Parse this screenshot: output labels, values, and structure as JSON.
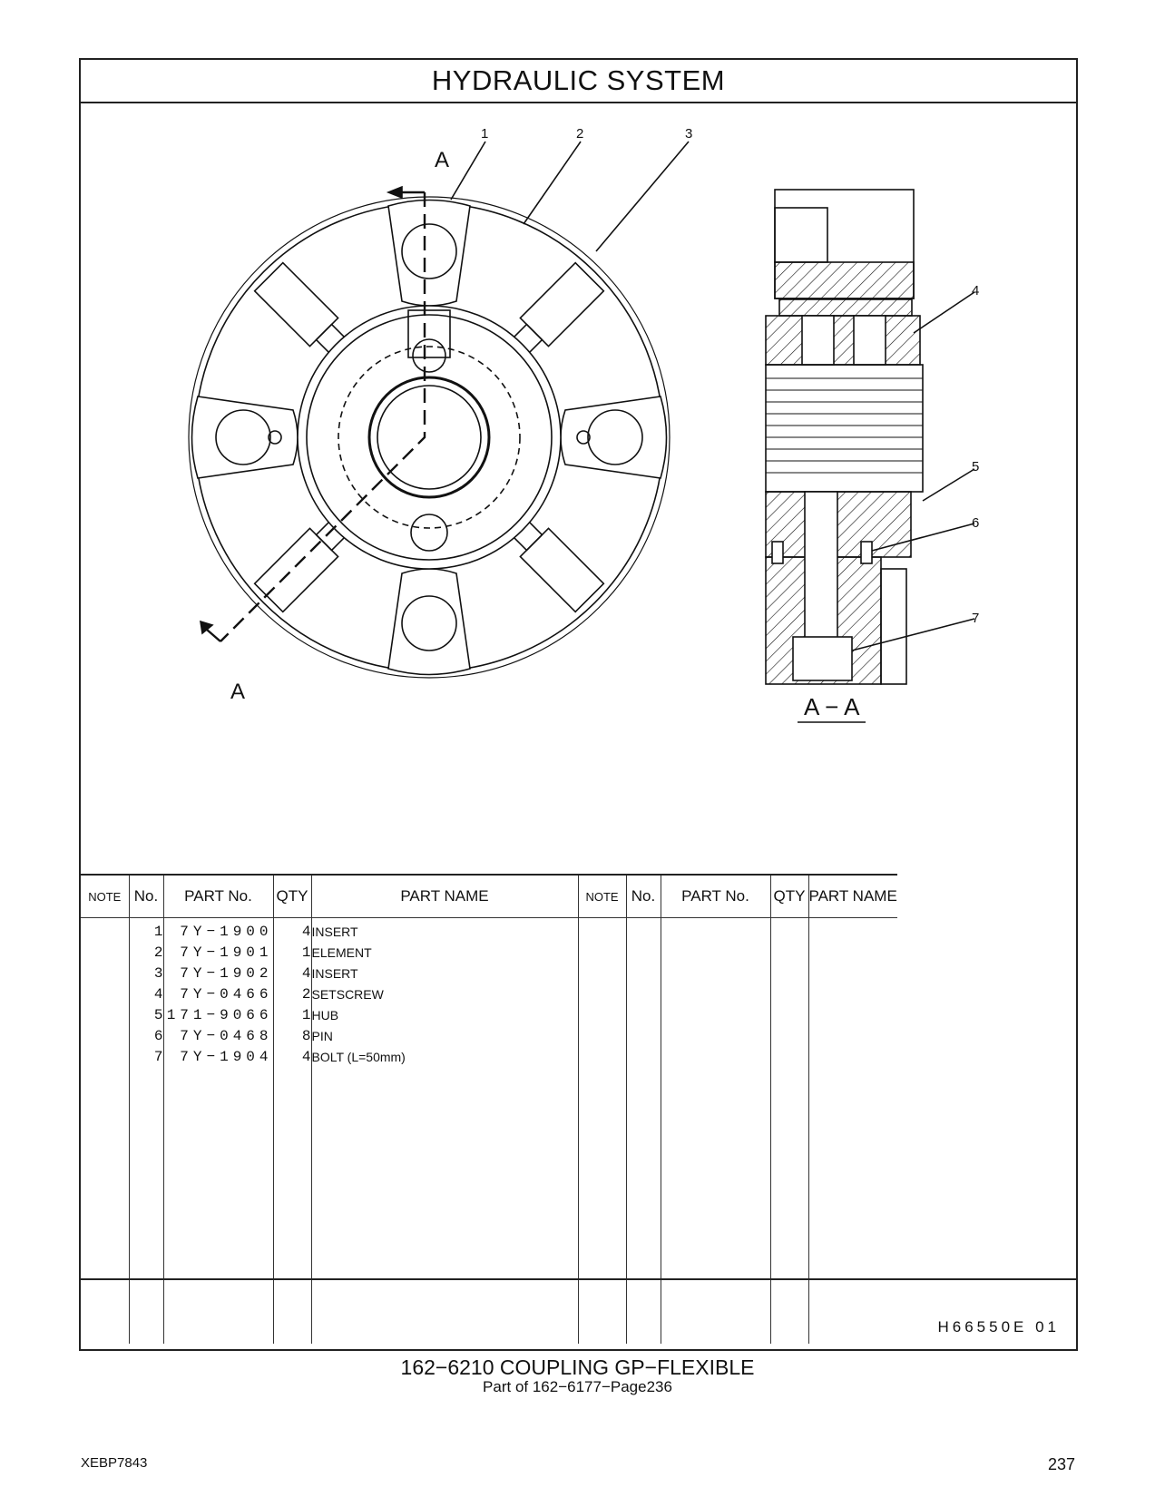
{
  "header": {
    "title": "HYDRAULIC   SYSTEM"
  },
  "drawing": {
    "callouts": [
      "1",
      "2",
      "3",
      "4",
      "5",
      "6",
      "7"
    ],
    "section_mark": "A",
    "section_title": "A − A"
  },
  "table": {
    "headers": {
      "note": "NOTE",
      "no": "No.",
      "part_no": "PART No.",
      "qty": "QTY",
      "part_name": "PART NAME",
      "note2": "NOTE",
      "no2": "No.",
      "part_no2": "PART No.",
      "qty2": "QTY",
      "part_name2": "PART NAME"
    },
    "rows": [
      {
        "no": "1",
        "part_no": "7Y−1900",
        "qty": "4",
        "name": "INSERT"
      },
      {
        "no": "2",
        "part_no": "7Y−1901",
        "qty": "1",
        "name": "ELEMENT"
      },
      {
        "no": "3",
        "part_no": "7Y−1902",
        "qty": "4",
        "name": "INSERT"
      },
      {
        "no": "4",
        "part_no": "7Y−0466",
        "qty": "2",
        "name": "SETSCREW"
      },
      {
        "no": "5",
        "part_no": "171−9066",
        "qty": "1",
        "name": "HUB"
      },
      {
        "no": "6",
        "part_no": "7Y−0468",
        "qty": "8",
        "name": "PIN"
      },
      {
        "no": "7",
        "part_no": "7Y−1904",
        "qty": "4",
        "name": "BOLT (L=50mm)"
      }
    ]
  },
  "footer": {
    "drawing_code": "H66550E   01"
  },
  "caption": {
    "title": "162−6210   COUPLING  GP−FLEXIBLE",
    "subtitle": "Part of 162−6177−Page236"
  },
  "page": {
    "doc_id": "XEBP7843",
    "number": "237"
  }
}
